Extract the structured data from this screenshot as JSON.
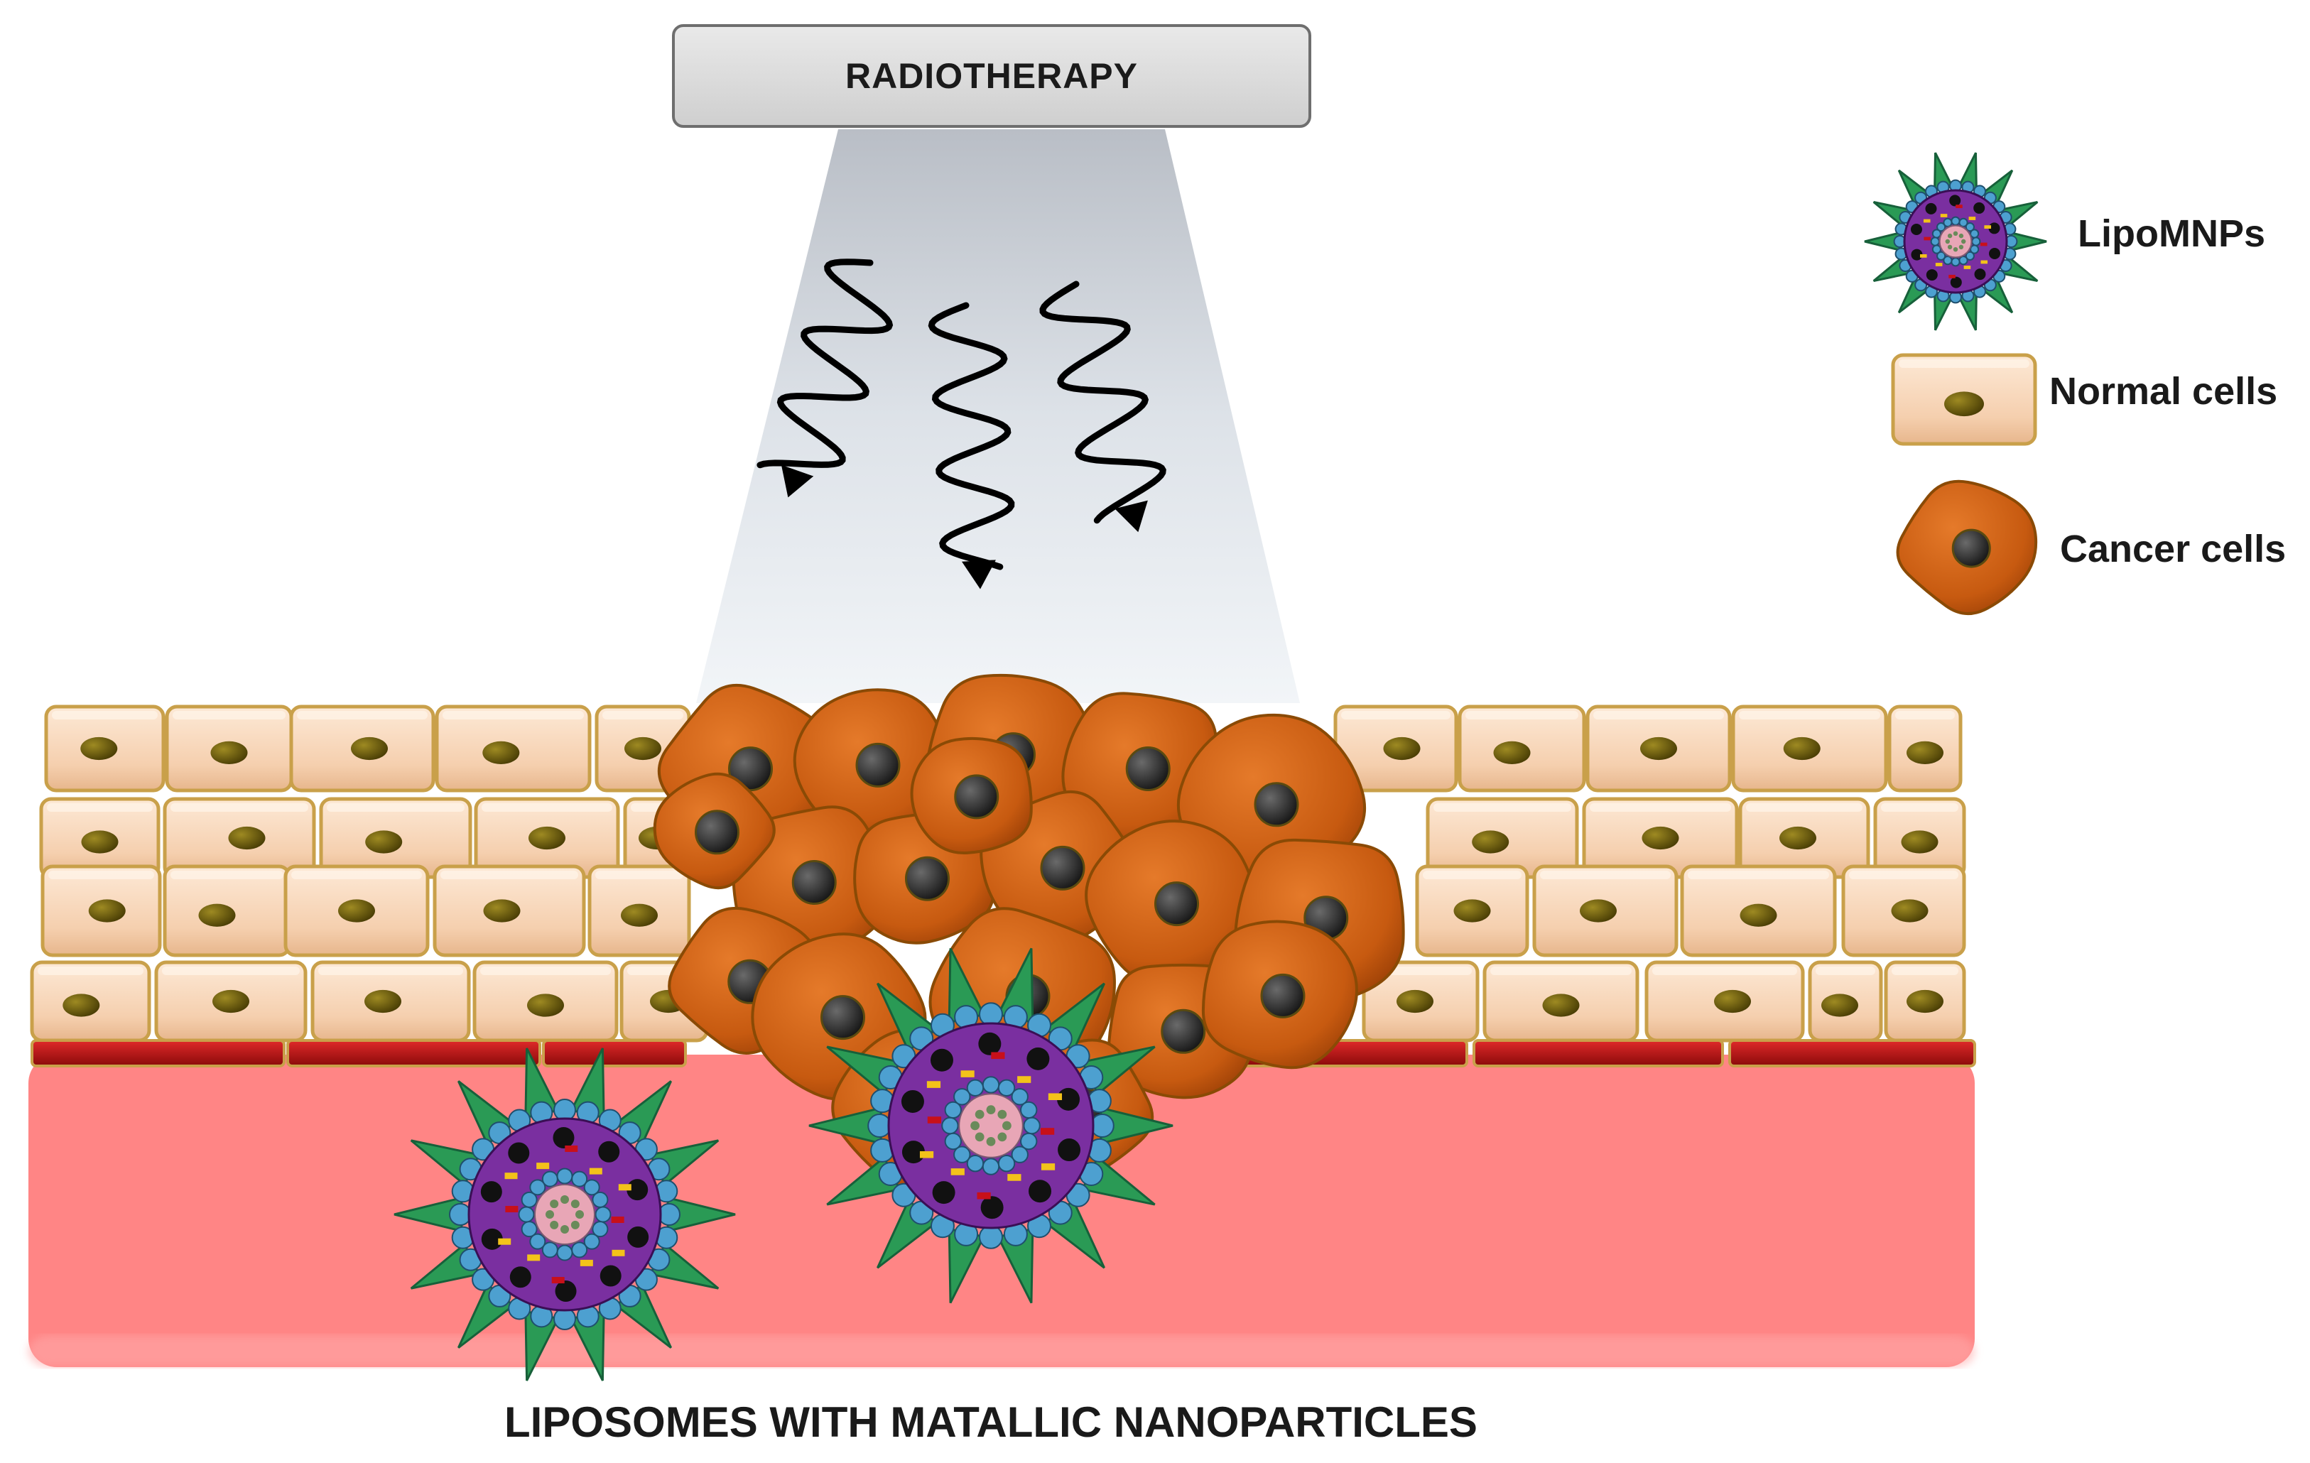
{
  "title": "RADIOTHERAPY",
  "caption": "LIPOSOMES WITH MATALLIC NANOPARTICLES",
  "legend": {
    "lipomnps": "LipoMNPs",
    "normal_cells": "Normal cells",
    "cancer_cells": "Cancer cells"
  },
  "colors": {
    "normal_cell_fill": "#f7d6b8",
    "normal_cell_border": "#c9a04a",
    "nucleus": "#6b5a0c",
    "cancer_cell": "#c85a12",
    "cancer_nucleus": "#2a2a2a",
    "vessel": "#ff8585",
    "membrane": "#c8101a",
    "lipo_core": "#7a2fa0",
    "lipo_spike": "#2a9a55",
    "lipo_shell": "#4da0d0",
    "beam": "#c0c5cc"
  }
}
